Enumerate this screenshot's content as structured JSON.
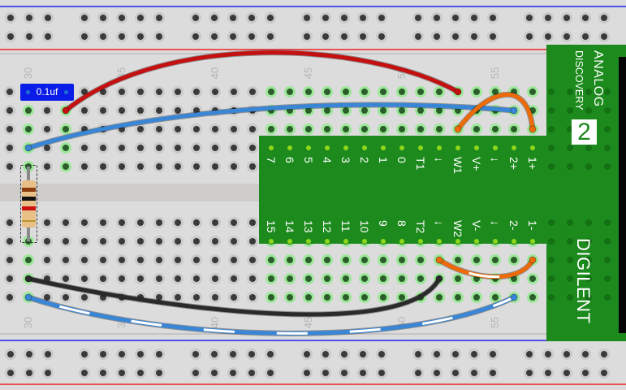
{
  "breadboard": {
    "first_column": 29,
    "column_count": 29,
    "column_labels": [
      "30",
      "35",
      "40",
      "45",
      "50",
      "55"
    ]
  },
  "capacitor": {
    "label": "0.1uf"
  },
  "resistor": {
    "bands": [
      "#8a3c0a",
      "#111111",
      "#cc1111",
      "#b8962e"
    ]
  },
  "board": {
    "brand_line1": "ANALOG",
    "brand_line2": "DISCOVERY",
    "model": "2",
    "maker": "DIGILENT",
    "top_pins": [
      "7",
      "6",
      "5",
      "4",
      "3",
      "2",
      "1",
      "0",
      "T1",
      "↓",
      "W1",
      "V+",
      "↓",
      "2+",
      "1+"
    ],
    "bottom_pins": [
      "15",
      "14",
      "13",
      "12",
      "11",
      "10",
      "9",
      "8",
      "T2",
      "↓",
      "W2",
      "V-",
      "↓",
      "2-",
      "1-"
    ]
  },
  "colors": {
    "board_green": "#1c8a1c",
    "wire_red": "#c41010",
    "wire_blue": "#3a86d6",
    "wire_orange": "#ee6a08",
    "wire_black": "#2a2a2a",
    "rail_blue": "#2222ee",
    "rail_red": "#ee2222"
  },
  "wires": [
    {
      "name": "red-wire",
      "color": "wire_red",
      "striped": false
    },
    {
      "name": "blue-wire-top",
      "color": "wire_blue",
      "striped": false
    },
    {
      "name": "orange-wire-top",
      "color": "wire_orange",
      "striped": false
    },
    {
      "name": "orange-wire-bottom",
      "color": "wire_orange",
      "striped": true
    },
    {
      "name": "black-wire",
      "color": "wire_black",
      "striped": false
    },
    {
      "name": "blue-wire-bottom",
      "color": "wire_blue",
      "striped": true
    }
  ]
}
